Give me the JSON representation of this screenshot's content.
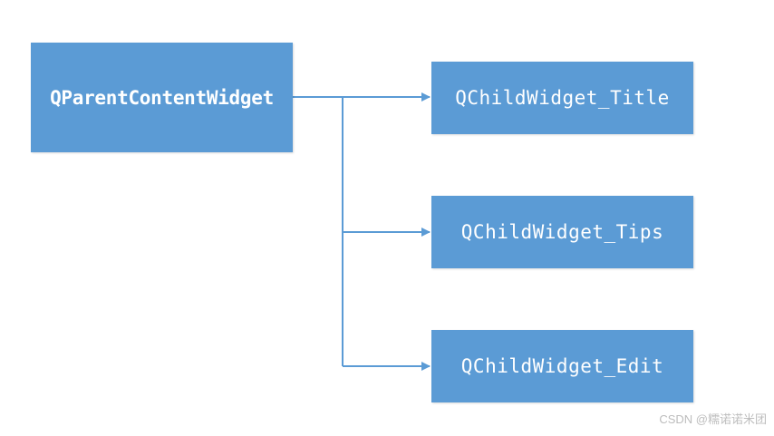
{
  "diagram": {
    "parent": {
      "label": "QParentContentWidget"
    },
    "children": [
      {
        "label": "QChildWidget_Title"
      },
      {
        "label": "QChildWidget_Tips"
      },
      {
        "label": "QChildWidget_Edit"
      }
    ]
  },
  "watermark": "CSDN @糯诺诺米团",
  "colors": {
    "box_fill": "#5b9bd5",
    "box_text": "#ffffff",
    "connector": "#5b9bd5",
    "background": "#ffffff"
  }
}
